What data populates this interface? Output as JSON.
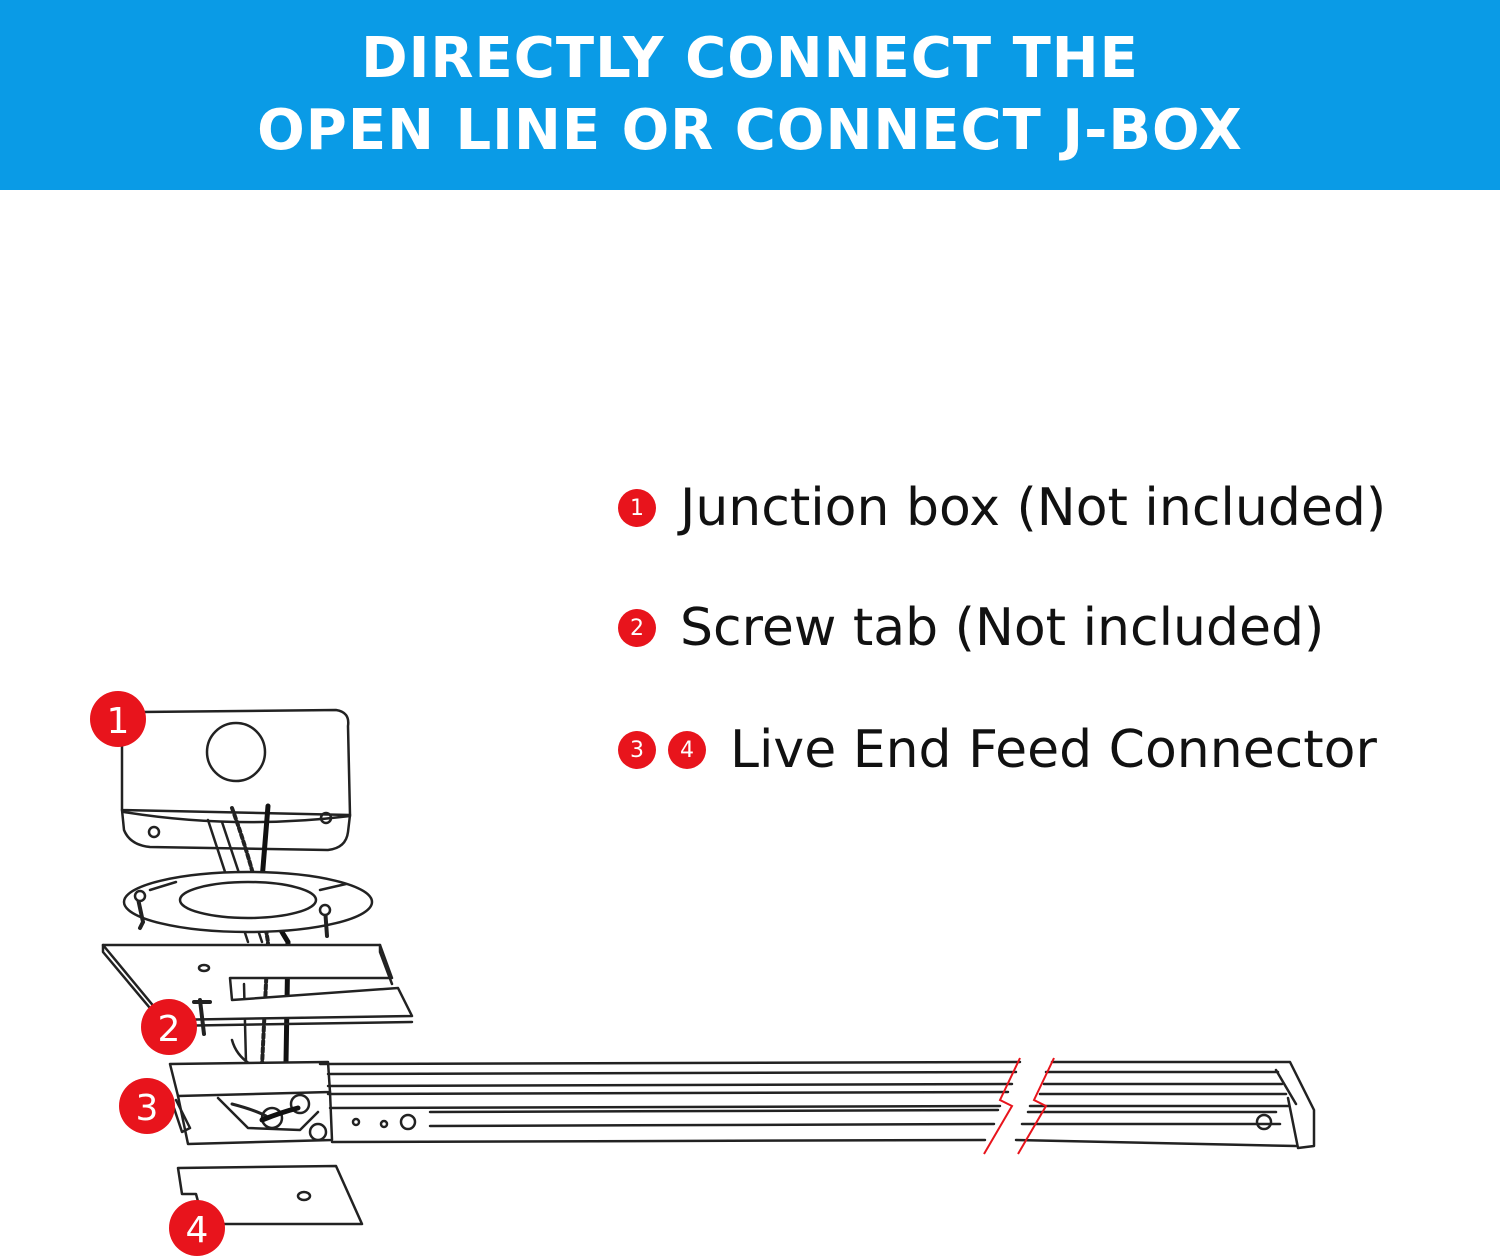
{
  "banner": {
    "line1": "DIRECTLY CONNECT THE",
    "line2": "OPEN LINE OR CONNECT J-BOX"
  },
  "legend": [
    {
      "badges": [
        "1"
      ],
      "text": "Junction box (Not included)"
    },
    {
      "badges": [
        "2"
      ],
      "text": "Screw tab (Not included)"
    },
    {
      "badges": [
        "3",
        "4"
      ],
      "text": "Live End Feed Connector"
    }
  ],
  "callouts": [
    "1",
    "2",
    "3",
    "4"
  ],
  "colors": {
    "banner": "#0a9be6",
    "badge": "#e8141c",
    "break_mark": "#e8141c"
  }
}
